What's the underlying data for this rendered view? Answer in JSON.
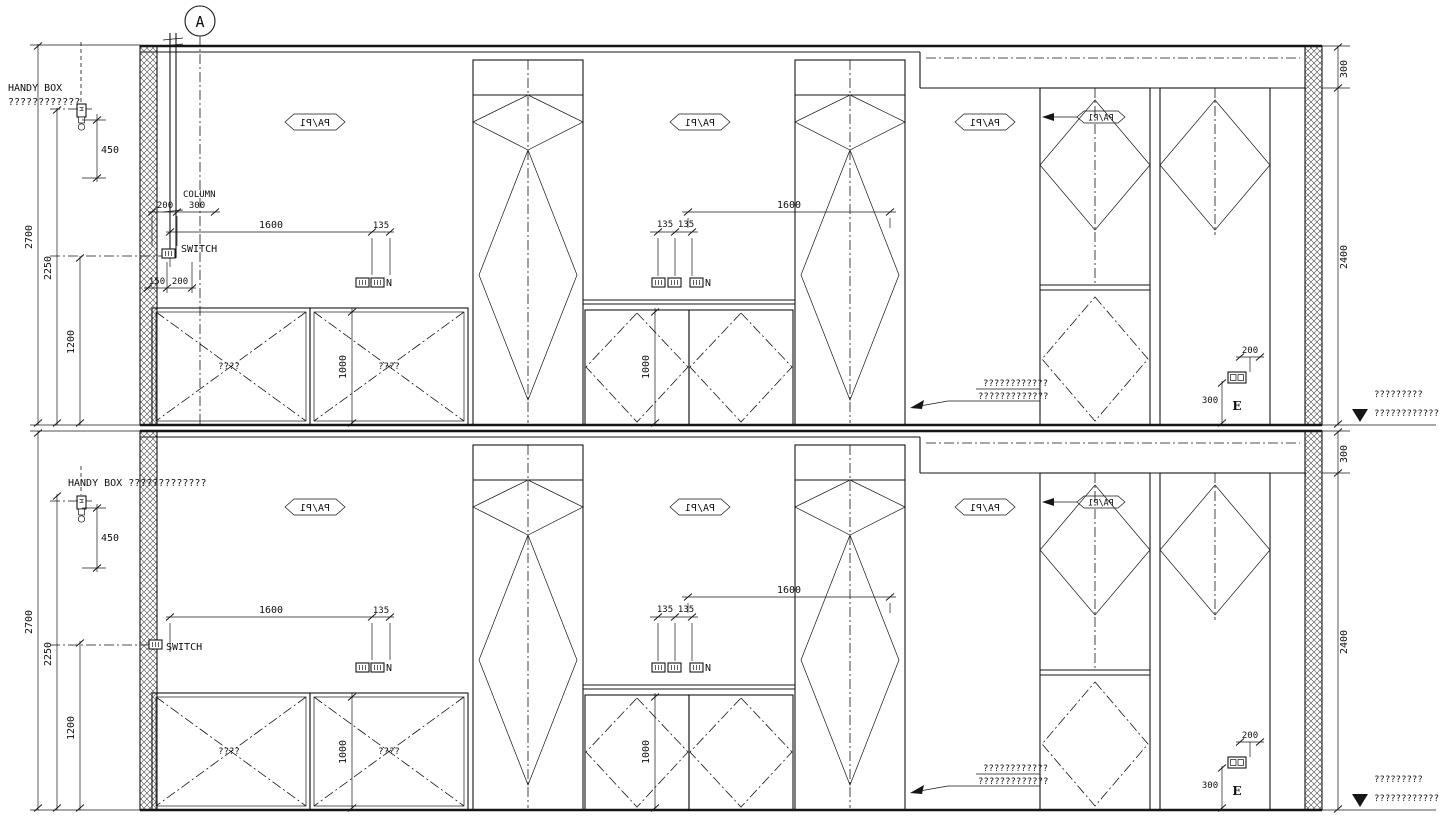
{
  "drawing": {
    "grid_bubble": "A",
    "panel_tag": "PA/P1",
    "labels": {
      "handy_box": "HANDY BOX",
      "handy_box_q": "????????????",
      "handy_box_full": "HANDY BOX ?????????????",
      "column": "COLUMN",
      "switch": "SWITCH",
      "neutral": "N",
      "emergency": "E",
      "unknown": "????",
      "note_line1": "????????????",
      "note_line2": "?????????????",
      "level_line1": "?????????",
      "level_line2": "????????????"
    },
    "dims": {
      "d2700": "2700",
      "d2250": "2250",
      "d1200": "1200",
      "d450": "450",
      "d1600": "1600",
      "d135": "135",
      "d1000": "1000",
      "d300": "300",
      "d2400": "2400",
      "d200": "200",
      "d150": "150"
    }
  }
}
